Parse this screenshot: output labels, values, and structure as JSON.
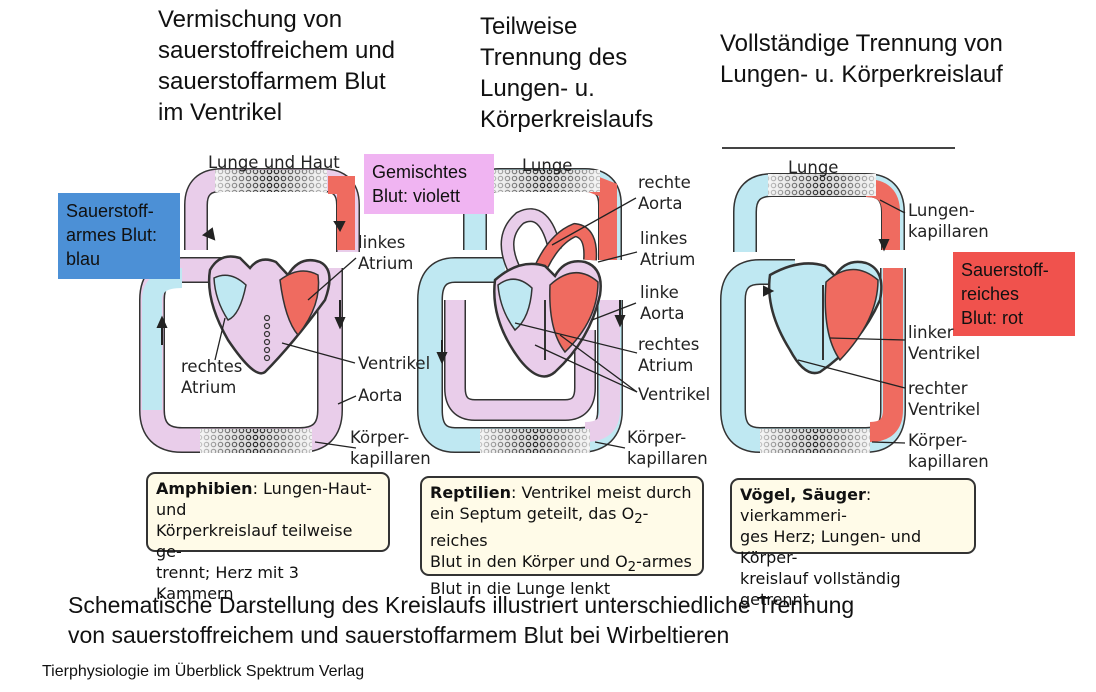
{
  "headings": {
    "amphibia": [
      "Vermischung von",
      "sauerstoffreichem und",
      "sauerstoffarmem Blut",
      "im Ventrikel"
    ],
    "reptilia": [
      "Teilweise",
      "Trennung des",
      "Lungen- u.",
      "Körperkreislaufs"
    ],
    "mammalia": [
      "Vollständige Trennung von",
      "Lungen- u. Körperkreislauf"
    ]
  },
  "legend": {
    "blue": [
      "Sauerstoff-",
      "armes Blut:",
      "blau"
    ],
    "violet": [
      "Gemischtes",
      "Blut: violett"
    ],
    "red": [
      "Sauerstoff-",
      "reiches",
      "Blut: rot"
    ]
  },
  "colors": {
    "oxygen_poor": "#bfe8f2",
    "mixed": "#e7c8ea",
    "oxygen_rich": "#ef6b60",
    "legend_blue": "#4c90d6",
    "legend_violet": "#f0b4f2",
    "legend_red": "#f0524d",
    "caption_bg": "#fffbe8"
  },
  "labels": {
    "a_top": "Lunge und Haut",
    "a_atrium_l": [
      "linkes",
      "Atrium"
    ],
    "a_atrium_r": [
      "rechtes",
      "Atrium"
    ],
    "a_ventrikel": "Ventrikel",
    "a_aorta": "Aorta",
    "a_koerper": [
      "Körper-",
      "kapillaren"
    ],
    "r_top": "Lunge",
    "r_rechte_aorta": [
      "rechte",
      "Aorta"
    ],
    "r_linkes_atrium": [
      "linkes",
      "Atrium"
    ],
    "r_linke_aorta": [
      "linke",
      "Aorta"
    ],
    "r_rechtes_atrium": [
      "rechtes",
      "Atrium"
    ],
    "r_ventrikel": "Ventrikel",
    "r_koerper": [
      "Körper-",
      "kapillaren"
    ],
    "m_top": "Lunge",
    "m_lungen": [
      "Lungen-",
      "kapillaren"
    ],
    "m_linker": [
      "linker",
      "Ventrikel"
    ],
    "m_rechter": [
      "rechter",
      "Ventrikel"
    ],
    "m_koerper": [
      "Körper-",
      "kapillaren"
    ]
  },
  "captions": {
    "amphibia": {
      "title": "Amphibien",
      "lines": [
        ": Lungen-Haut- und",
        "Körperkreislauf teilweise ge-",
        "trennt; Herz mit 3 Kammern"
      ]
    },
    "reptilia": {
      "title": "Reptilien",
      "lines": [
        ": Ventrikel meist durch",
        "ein Septum geteilt, das O",
        "2",
        "-reiches",
        "Blut in den Körper und O",
        "2",
        "-armes",
        "Blut in die Lunge lenkt"
      ]
    },
    "mammalia": {
      "title": "Vögel, Säuger",
      "lines": [
        ": vierkammeri-",
        "ges Herz; Lungen- und Körper-",
        "kreislauf vollständig getrennt"
      ]
    }
  },
  "footer": {
    "summary": [
      "Schematische Darstellung des Kreislaufs illustriert unterschiedliche Trennung",
      "von sauerstoffreichem und sauerstoffarmem Blut bei Wirbeltieren"
    ],
    "credit": "Tierphysiologie im Überblick Spektrum Verlag"
  }
}
